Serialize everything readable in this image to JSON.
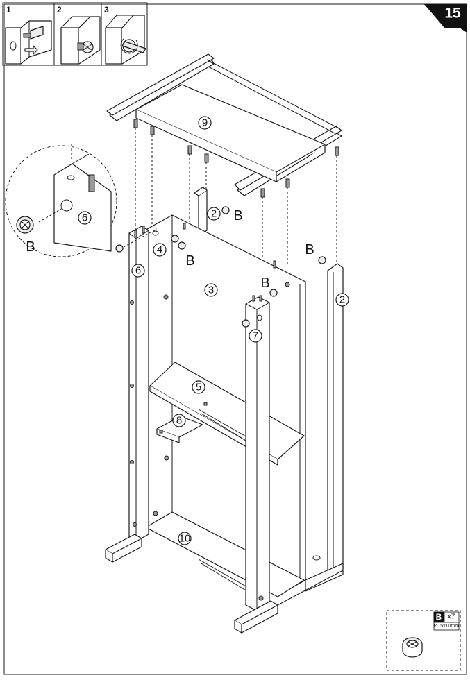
{
  "step_number": "15",
  "sub_steps": [
    "1",
    "2",
    "3"
  ],
  "part_labels": [
    "9",
    "6",
    "2",
    "4",
    "3",
    "2",
    "7",
    "5",
    "8",
    "10",
    "6"
  ],
  "hardware_letter": "B",
  "hardware_box": {
    "letter": "B",
    "quantity": "x7",
    "size": "Ø15x10mm"
  }
}
